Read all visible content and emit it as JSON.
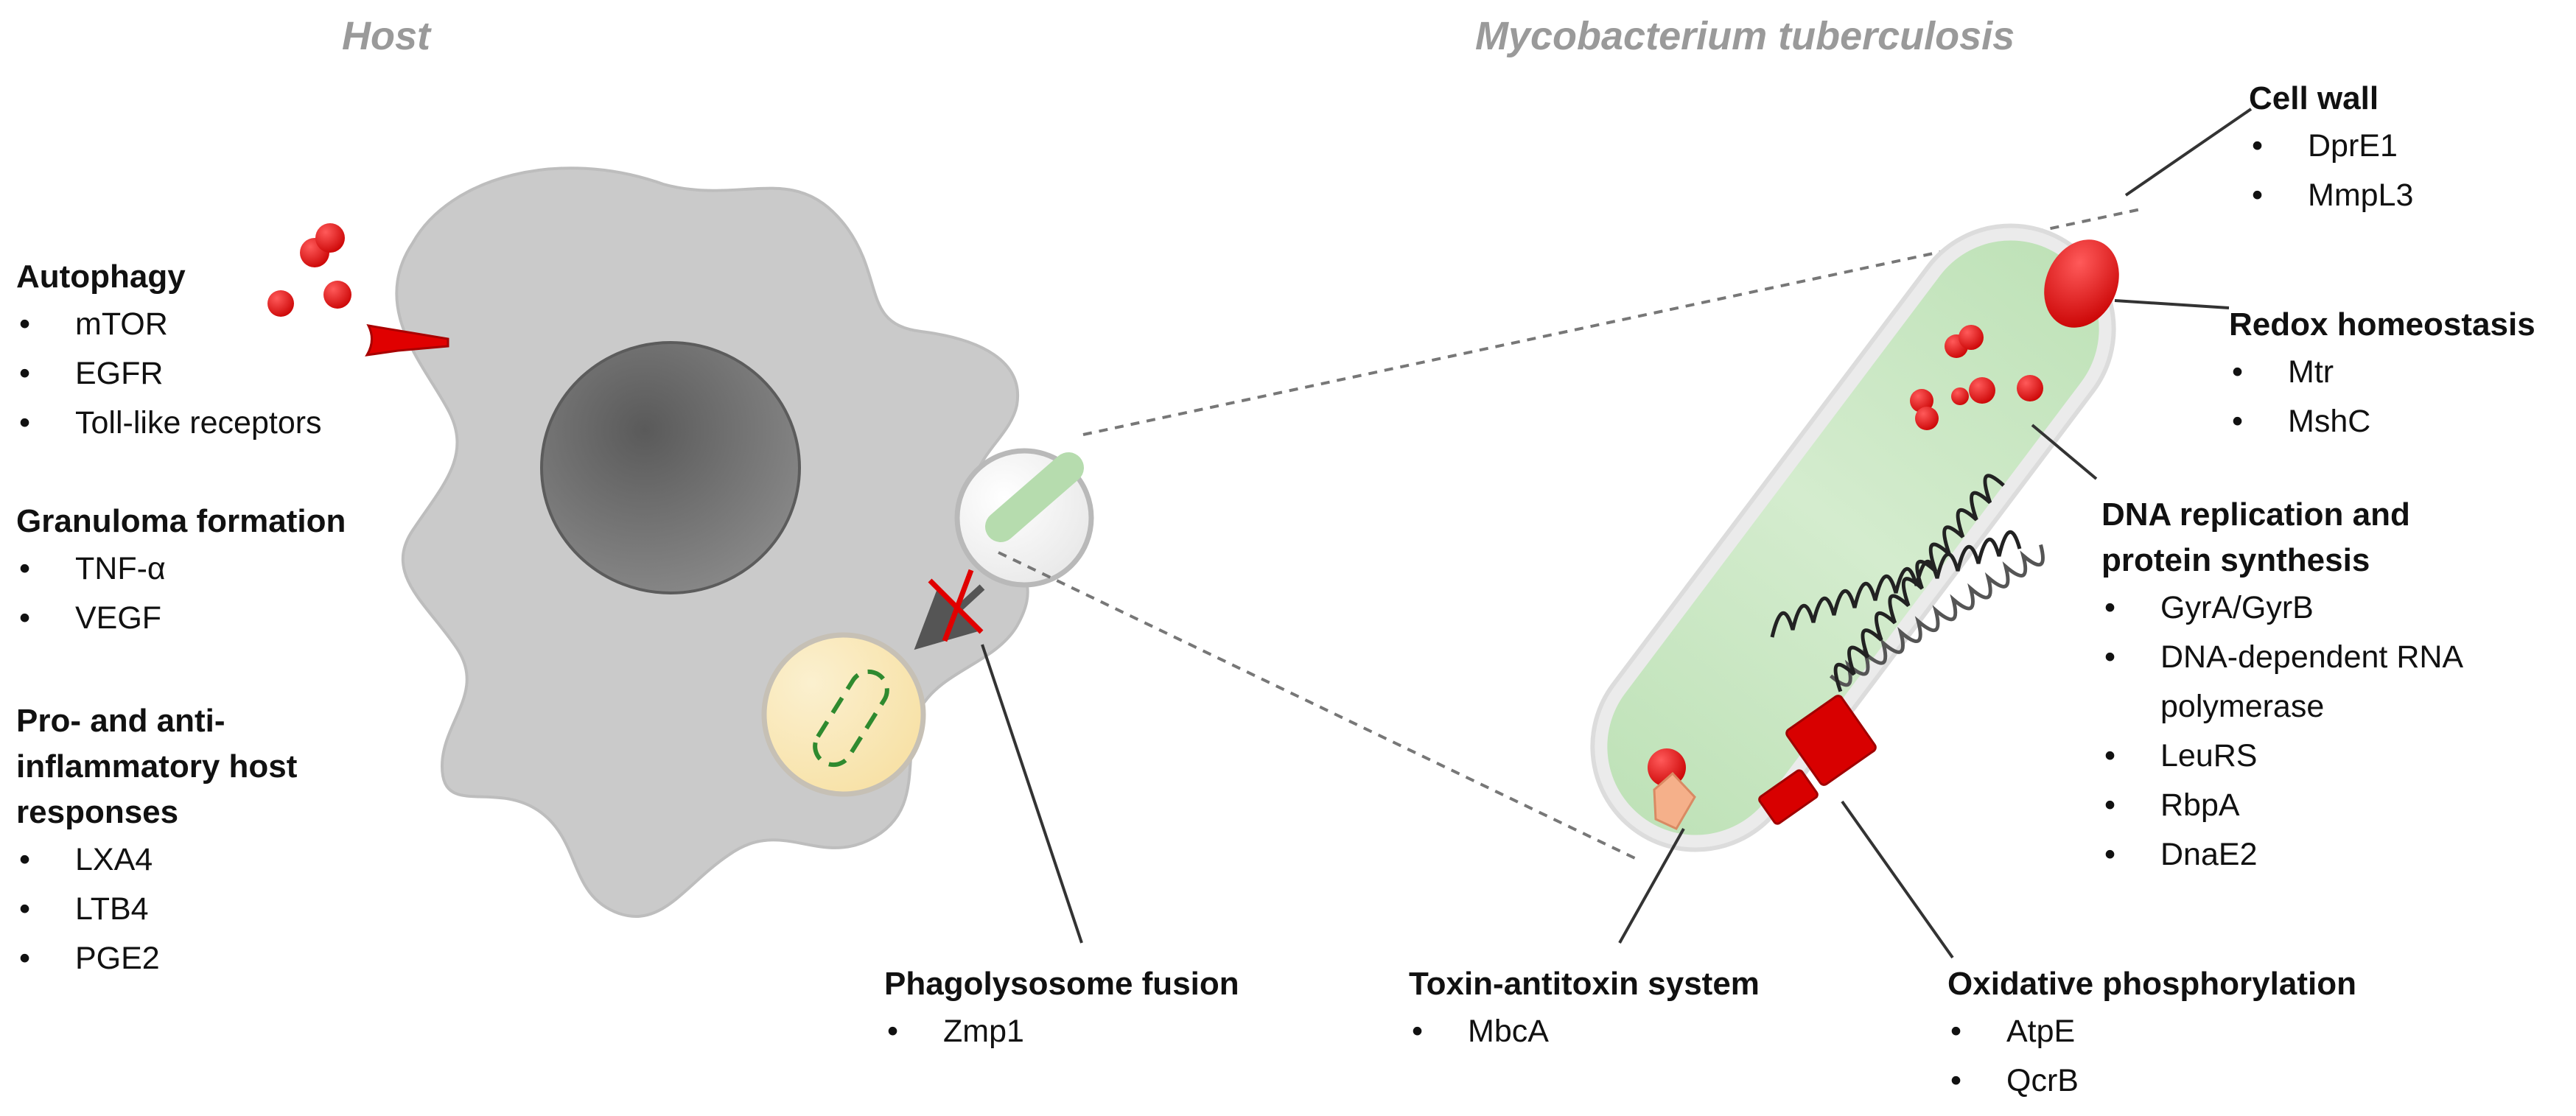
{
  "regions": {
    "host": "Host",
    "mtb": "Mycobacterium tuberculosis"
  },
  "groups": {
    "autophagy": {
      "title": "Autophagy",
      "items": [
        "mTOR",
        "EGFR",
        "Toll-like receptors"
      ]
    },
    "granuloma": {
      "title": "Granuloma formation",
      "items": [
        "TNF-α",
        "VEGF"
      ]
    },
    "inflammatory": {
      "title_lines": [
        "Pro- and anti-",
        "inflammatory host",
        "responses"
      ],
      "items": [
        "LXA4",
        "LTB4",
        "PGE2"
      ]
    },
    "phagolysosome": {
      "title": "Phagolysosome fusion",
      "items": [
        "Zmp1"
      ]
    },
    "toxin": {
      "title": "Toxin-antitoxin system",
      "items": [
        "MbcA"
      ]
    },
    "cellwall": {
      "title": "Cell wall",
      "items": [
        "DprE1",
        "MmpL3"
      ]
    },
    "redox": {
      "title": "Redox homeostasis",
      "items": [
        "Mtr",
        "MshC"
      ]
    },
    "dna": {
      "title_lines": [
        "DNA replication and",
        "protein synthesis"
      ],
      "items": [
        "GyrA/GyrB",
        "DNA-dependent RNA",
        "polymerase",
        "LeuRS",
        "RbpA",
        "DnaE2"
      ]
    },
    "oxphos": {
      "title": "Oxidative phosphorylation",
      "items": [
        "AtpE",
        "QcrB"
      ]
    }
  },
  "colors": {
    "macrophage": "#c9c9c9",
    "nucleus": "#6e6e6e",
    "bacterium": "#c8e6c2",
    "red_molecule": "#e00000",
    "title_gray": "#9a9a9a"
  }
}
